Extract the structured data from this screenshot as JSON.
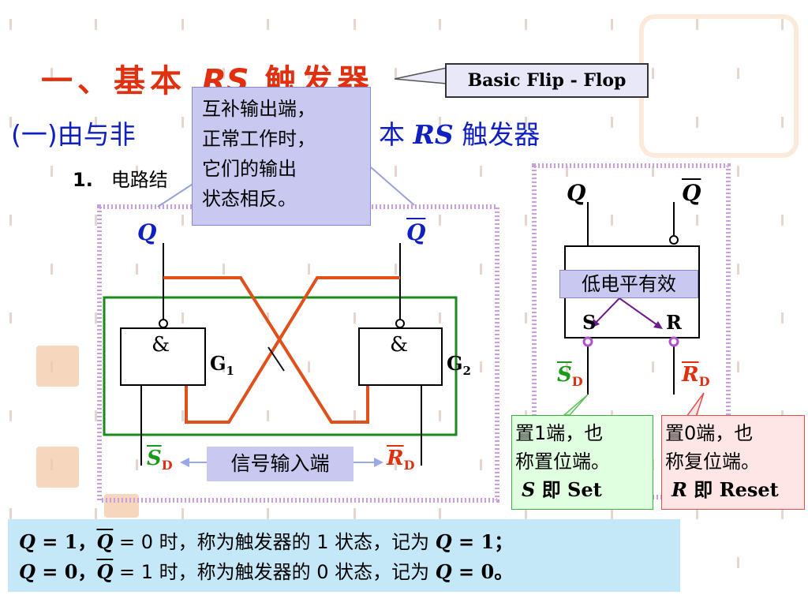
{
  "colors": {
    "title_red": "#e03010",
    "subtitle_blue": "#1020c0",
    "wire_orange": "#e0501a",
    "green_box": "#1a8a1a",
    "callout_lavender": "#c8c8f0",
    "note_lightblue": "#c4e8f8"
  },
  "title": {
    "prefix": "一、基本",
    "rs": "RS",
    "suffix": "触发器"
  },
  "title_callout": "Basic Flip - Flop",
  "subtitle": {
    "prefix": "(一)由与非",
    "middle": "本",
    "rs": "RS",
    "suffix": "触发器"
  },
  "section": {
    "number": "1.",
    "label": "电路结"
  },
  "complement_callout": [
    "互补输出端，",
    "正常工作时，",
    "它们的输出",
    "状态相反。"
  ],
  "circuit": {
    "q_label": "Q",
    "qbar_label": "Q",
    "gate1_symbol": "&",
    "gate2_symbol": "&",
    "gate1_name": "G",
    "gate1_sub": "1",
    "gate2_name": "G",
    "gate2_sub": "2",
    "sd_label": "S",
    "sd_sub": "D",
    "rd_label": "R",
    "rd_sub": "D",
    "input_label": "信号输入端"
  },
  "symbol": {
    "q_label": "Q",
    "qbar_label": "Q",
    "active_low": "低电平有效",
    "s_pin": "S",
    "r_pin": "R",
    "sd_label": "S",
    "sd_sub": "D",
    "rd_label": "R",
    "rd_sub": "D"
  },
  "set_note": {
    "line1": "置1端，也",
    "line2": "称置位端。",
    "line3_var": "S",
    "line3_rest": " 即 Set"
  },
  "reset_note": {
    "line1": "置0端，也",
    "line2": "称复位端。",
    "line3_var": "R",
    "line3_rest": " 即 Reset"
  },
  "state_note": {
    "row1": {
      "q": "Q",
      "eq1": " = 1，",
      "qbar": "Q",
      "eq2": " = 0 时，称为触发器的 1 状态，记为 ",
      "q2": "Q",
      "eq3": " = 1；"
    },
    "row2": {
      "q": "Q",
      "eq1": " = 0，",
      "qbar": "Q",
      "eq2": " = 1 时，称为触发器的 0 状态，记为 ",
      "q2": "Q",
      "eq3": " = 0。"
    }
  }
}
